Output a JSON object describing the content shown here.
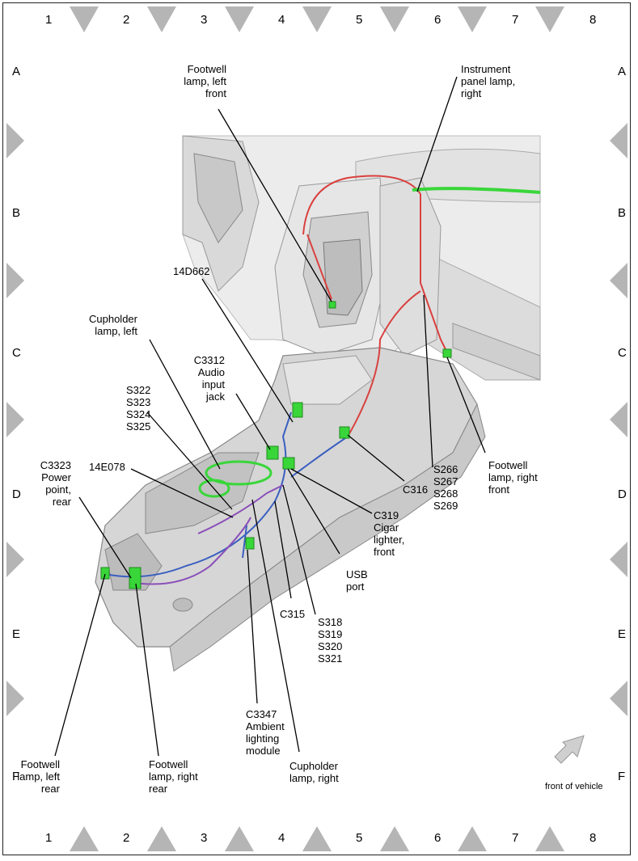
{
  "grid": {
    "columns": [
      "1",
      "2",
      "3",
      "4",
      "5",
      "6",
      "7",
      "8"
    ],
    "rows": [
      "A",
      "B",
      "C",
      "D",
      "E",
      "F"
    ]
  },
  "labels": {
    "footwell_lf": [
      "Footwell",
      "lamp, left",
      "front"
    ],
    "ip_lamp_right": [
      "Instrument",
      "panel lamp,",
      "right"
    ],
    "p14d662": [
      "14D662"
    ],
    "cupholder_left": [
      "Cupholder",
      "lamp, left"
    ],
    "c3312": [
      "C3312",
      "Audio",
      "input",
      "jack"
    ],
    "s322": [
      "S322",
      "S323",
      "S324",
      "S325"
    ],
    "c3323": [
      "C3323",
      "Power",
      "point,",
      "rear"
    ],
    "p14e078": [
      "14E078"
    ],
    "s266": [
      "S266",
      "S267",
      "S268",
      "S269"
    ],
    "footwell_rf": [
      "Footwell",
      "lamp, right",
      "front"
    ],
    "c316": [
      "C316"
    ],
    "c319": [
      "C319",
      "Cigar",
      "lighter,",
      "front"
    ],
    "usb": [
      "USB",
      "port"
    ],
    "c315": [
      "C315"
    ],
    "s318": [
      "S318",
      "S319",
      "S320",
      "S321"
    ],
    "c3347": [
      "C3347",
      "Ambient",
      "lighting",
      "module"
    ],
    "cupholder_right": [
      "Cupholder",
      "lamp, right"
    ],
    "footwell_lr": [
      "Footwell",
      "lamp, left",
      "rear"
    ],
    "footwell_rr": [
      "Footwell",
      "lamp, right",
      "rear"
    ],
    "front_vehicle": "front of vehicle"
  },
  "colors": {
    "wire_red": "#d9413f",
    "wire_blue": "#3a5fc0",
    "wire_purple": "#8a4fb8",
    "component_green": "#39d639",
    "body_gray": "#d6d6d6"
  }
}
